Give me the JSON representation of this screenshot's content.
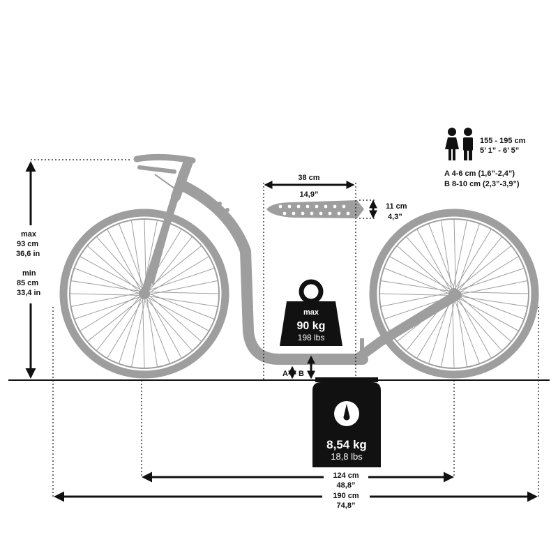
{
  "rider": {
    "height_cm": "155 - 195 cm",
    "height_ft": "5’ 1” - 6’ 5”",
    "a_range": "A 4-6 cm (1,6”-2,4”)",
    "b_range": "B 8-10 cm (2,3”-3,9”)"
  },
  "deck": {
    "length_cm": "38 cm",
    "length_in": "14,9”",
    "width_cm": "11 cm",
    "width_in": "4,3”"
  },
  "handlebar": {
    "max_label": "max",
    "max_cm": "93 cm",
    "max_in": "36,6 in",
    "min_label": "min",
    "min_cm": "85 cm",
    "min_in": "33,4 in"
  },
  "max_load": {
    "label": "max",
    "kg": "90 kg",
    "lbs": "198 lbs"
  },
  "clearance": {
    "a": "A",
    "b": "B"
  },
  "weight": {
    "kg": "8,54 kg",
    "lbs": "18,8 lbs"
  },
  "wheelbase": {
    "cm": "124 cm",
    "in": "48,8”"
  },
  "total_length": {
    "cm": "190 cm",
    "in": "74,8”"
  },
  "colors": {
    "frame": "#9e9e9e",
    "ink": "#111111",
    "weight_fill": "#111111"
  }
}
